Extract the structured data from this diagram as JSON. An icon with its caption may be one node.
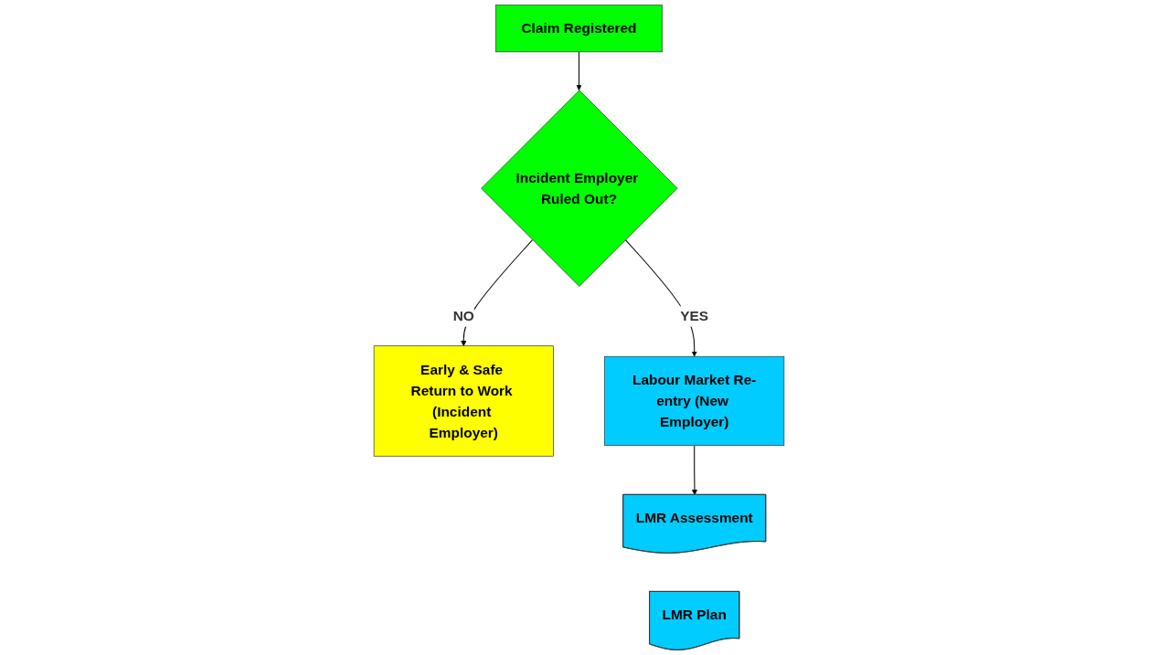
{
  "diagram": {
    "nodes": [
      {
        "text": [
          "Claim Registered"
        ]
      },
      {
        "text": [
          "Incident Employer Ruled Out?"
        ]
      },
      {
        "text": [
          "Early & Safe Return to Work (Incident Employer)"
        ]
      },
      {
        "text": [
          "Labour Market Re-entry (New Employer)"
        ]
      },
      {
        "text": [
          "LMR Assessment"
        ]
      },
      {
        "text": [
          "LMR Plan"
        ]
      }
    ],
    "edges": [
      {
        "from": 0,
        "to": 1,
        "arrow": "to"
      },
      {
        "from": 1,
        "to": 2,
        "label": "NO",
        "arrow": "to"
      },
      {
        "from": 1,
        "to": 3,
        "label": "YES",
        "arrow": "to"
      },
      {
        "from": 3,
        "to": 4,
        "arrow": "to"
      }
    ]
  }
}
